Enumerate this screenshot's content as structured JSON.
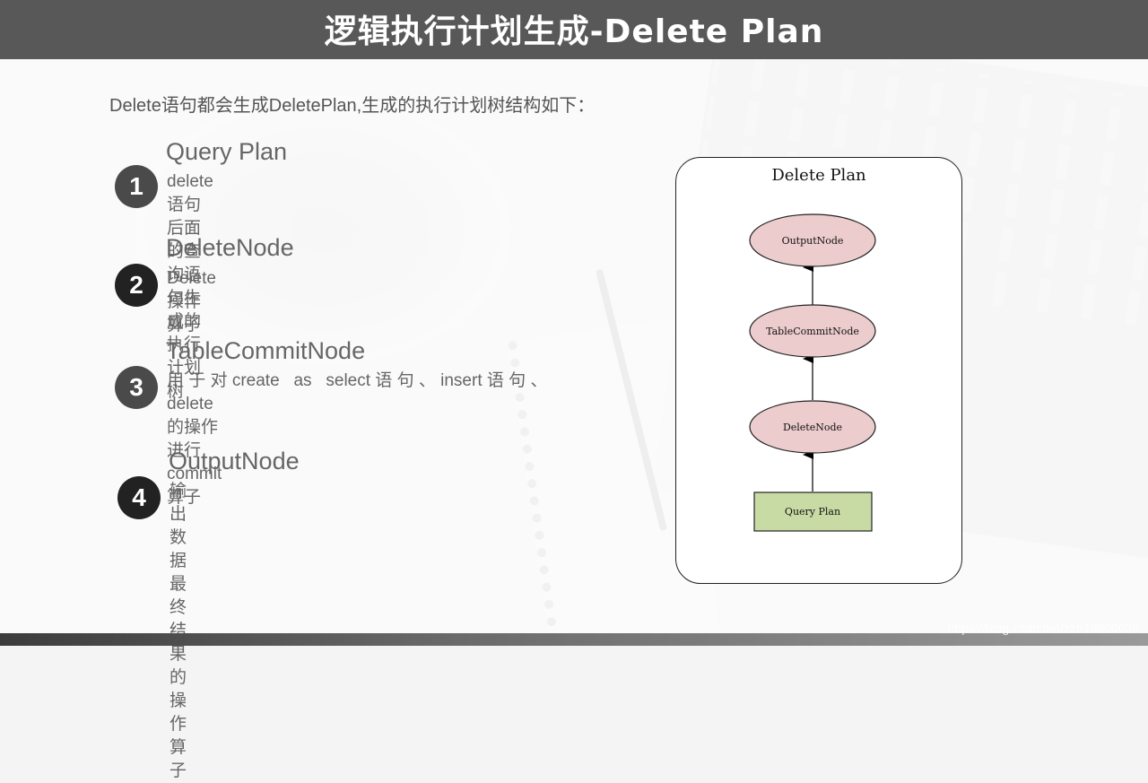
{
  "header": {
    "title": "逻辑执行计划生成-Delete Plan"
  },
  "intro": "Delete语句都会生成DeletePlan,生成的执行计划树结构如下：",
  "items": [
    {
      "number": "1",
      "title": "Query Plan",
      "desc": "delete语句后面的查询语句生成的执行计划树"
    },
    {
      "number": "2",
      "title": "DeleteNode",
      "desc": "Delete操作算子"
    },
    {
      "number": "3",
      "title": "TableCommitNode",
      "desc_line1": "用 于 对 create   as   select 语 句 、 insert 语 句 、",
      "desc_line2": "delete的操作进行commit算子"
    },
    {
      "number": "4",
      "title": "OutputNode",
      "desc": "输出数据最终结果的操作算子"
    }
  ],
  "diagram": {
    "title": "Delete Plan",
    "nodes": {
      "output": "OutputNode",
      "commit": "TableCommitNode",
      "delete": "DeleteNode",
      "query": "Query Plan"
    },
    "colors": {
      "ellipse_fill": "#eccccc",
      "box_fill": "#c9dba4"
    }
  },
  "watermark": "https://blog.csdn.net/zzh19800626"
}
